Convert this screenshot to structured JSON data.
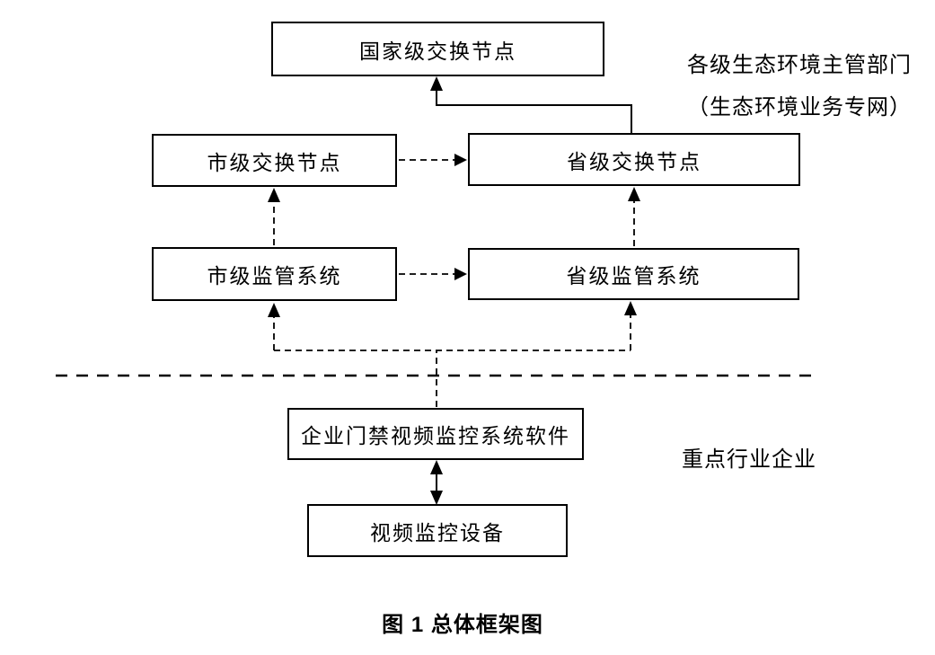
{
  "diagram": {
    "nodes": {
      "national_exchange": {
        "label": "国家级交换节点"
      },
      "city_exchange": {
        "label": "市级交换节点"
      },
      "provincial_exchange": {
        "label": "省级交换节点"
      },
      "city_supervision": {
        "label": "市级监管系统"
      },
      "provincial_supervision": {
        "label": "省级监管系统"
      },
      "enterprise_software": {
        "label": "企业门禁视频监控系统软件"
      },
      "video_device": {
        "label": "视频监控设备"
      }
    },
    "annotations": {
      "gov_zone_line1": "各级生态环境主管部门",
      "gov_zone_line2": "（生态环境业务专网）",
      "enterprise_zone": "重点行业企业"
    },
    "connections": [
      {
        "from": "provincial_exchange",
        "to": "national_exchange",
        "style": "solid",
        "arrow": "single"
      },
      {
        "from": "city_exchange",
        "to": "provincial_exchange",
        "style": "dashed",
        "arrow": "single"
      },
      {
        "from": "city_supervision",
        "to": "city_exchange",
        "style": "dashed",
        "arrow": "single"
      },
      {
        "from": "provincial_supervision",
        "to": "provincial_exchange",
        "style": "dashed",
        "arrow": "single"
      },
      {
        "from": "city_supervision",
        "to": "provincial_supervision",
        "style": "dashed",
        "arrow": "single"
      },
      {
        "from": "enterprise_software",
        "to": "city_supervision",
        "style": "dashed",
        "arrow": "single"
      },
      {
        "from": "enterprise_software",
        "to": "provincial_supervision",
        "style": "dashed",
        "arrow": "single"
      },
      {
        "from": "enterprise_software",
        "to": "video_device",
        "style": "solid",
        "arrow": "double"
      }
    ],
    "separator": {
      "style": "dashed-horizontal"
    },
    "colors": {
      "line": "#000000",
      "text": "#000000",
      "box_fill": "#ffffff",
      "background": "#ffffff"
    }
  },
  "figure": {
    "caption": "图 1 总体框架图"
  }
}
